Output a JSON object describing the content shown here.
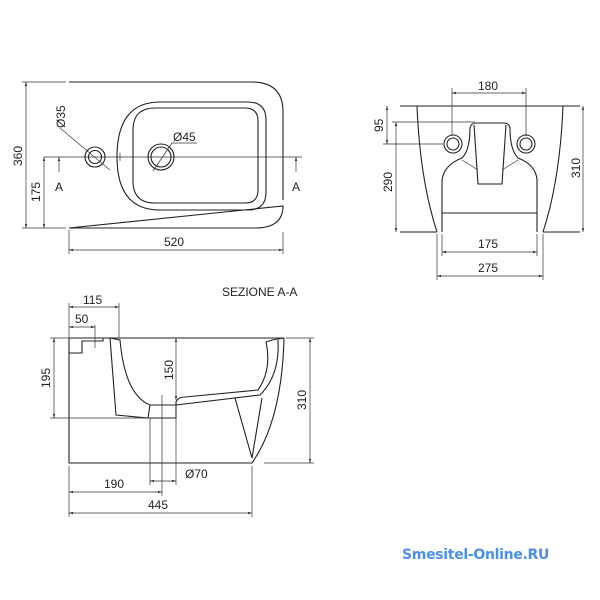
{
  "top_view": {
    "dim_width": "520",
    "dim_depth": "360",
    "dim_hole_offset": "175",
    "hole_small": "Ø35",
    "hole_drain": "Ø45",
    "section_mark_left": "A",
    "section_mark_right": "A"
  },
  "front_view": {
    "dim_hole_spacing": "180",
    "dim_hole_height": "95",
    "dim_height_total": "310",
    "dim_height_holes": "290",
    "dim_base_inner": "175",
    "dim_base_outer": "275"
  },
  "section_view": {
    "title": "SEZIONE A-A",
    "dim_115": "115",
    "dim_50": "50",
    "dim_195": "195",
    "dim_150": "150",
    "dim_310": "310",
    "dim_drain": "Ø70",
    "dim_190": "190",
    "dim_445": "445"
  },
  "watermark": "Smesitel-Online.RU",
  "colors": {
    "line": "#222222",
    "watermark": "#4a8ff0"
  }
}
